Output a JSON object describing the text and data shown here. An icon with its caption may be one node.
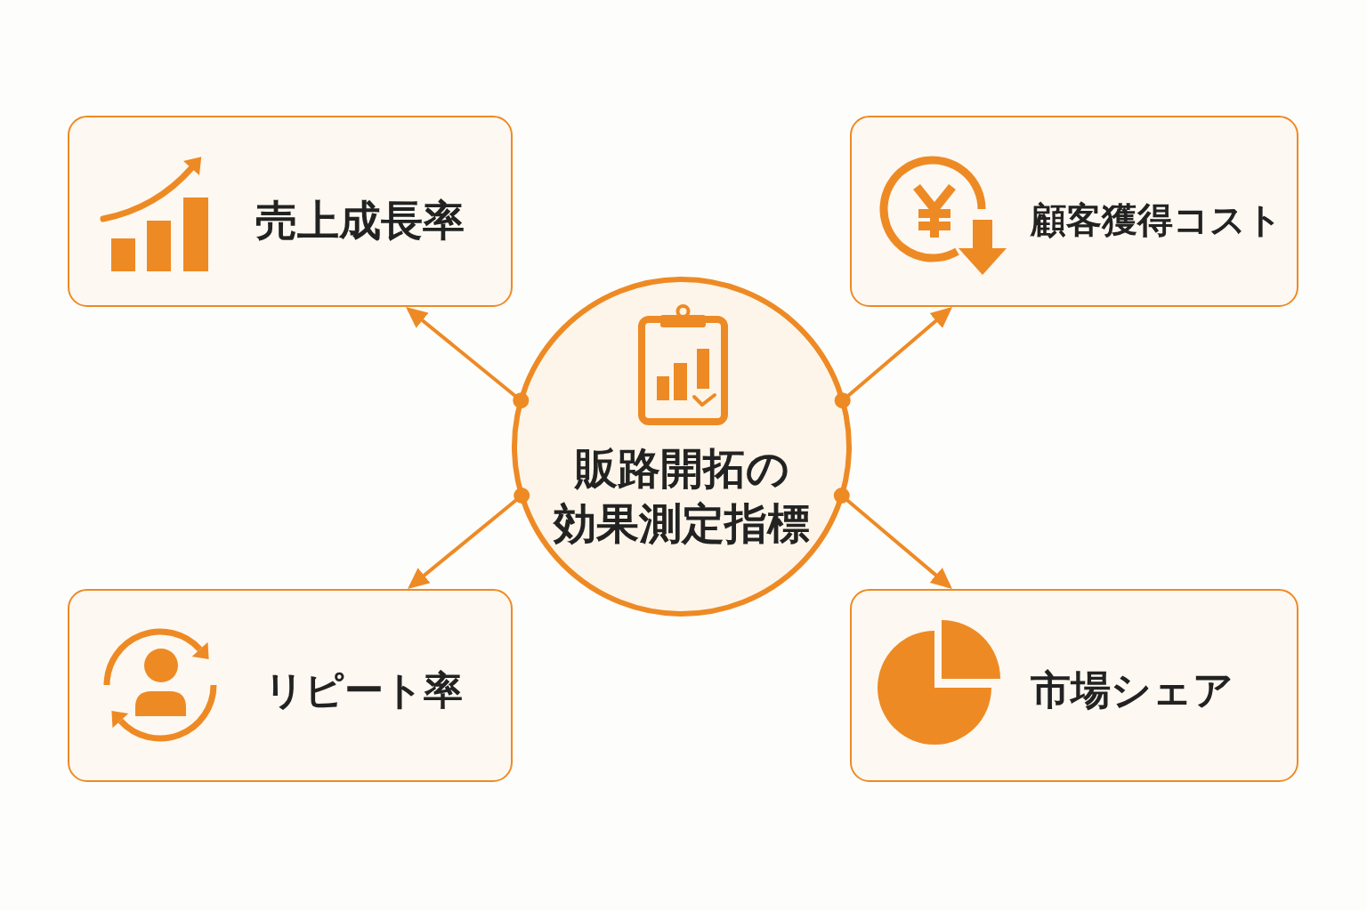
{
  "diagram": {
    "nodes": [
      {
        "text": [
          "売上成長率"
        ]
      },
      {
        "text": [
          "顧客獲得コスト"
        ]
      },
      {
        "text": [
          "販路開拓の効果測定指標"
        ]
      },
      {
        "text": [
          "リピート率"
        ]
      },
      {
        "text": [
          "市場シェア"
        ]
      }
    ],
    "edges": [
      {
        "from": 2,
        "to": 0,
        "arrow": "to"
      },
      {
        "from": 2,
        "to": 1,
        "arrow": "to"
      },
      {
        "from": 2,
        "to": 3,
        "arrow": "to"
      },
      {
        "from": 2,
        "to": 4,
        "arrow": "to"
      }
    ]
  }
}
